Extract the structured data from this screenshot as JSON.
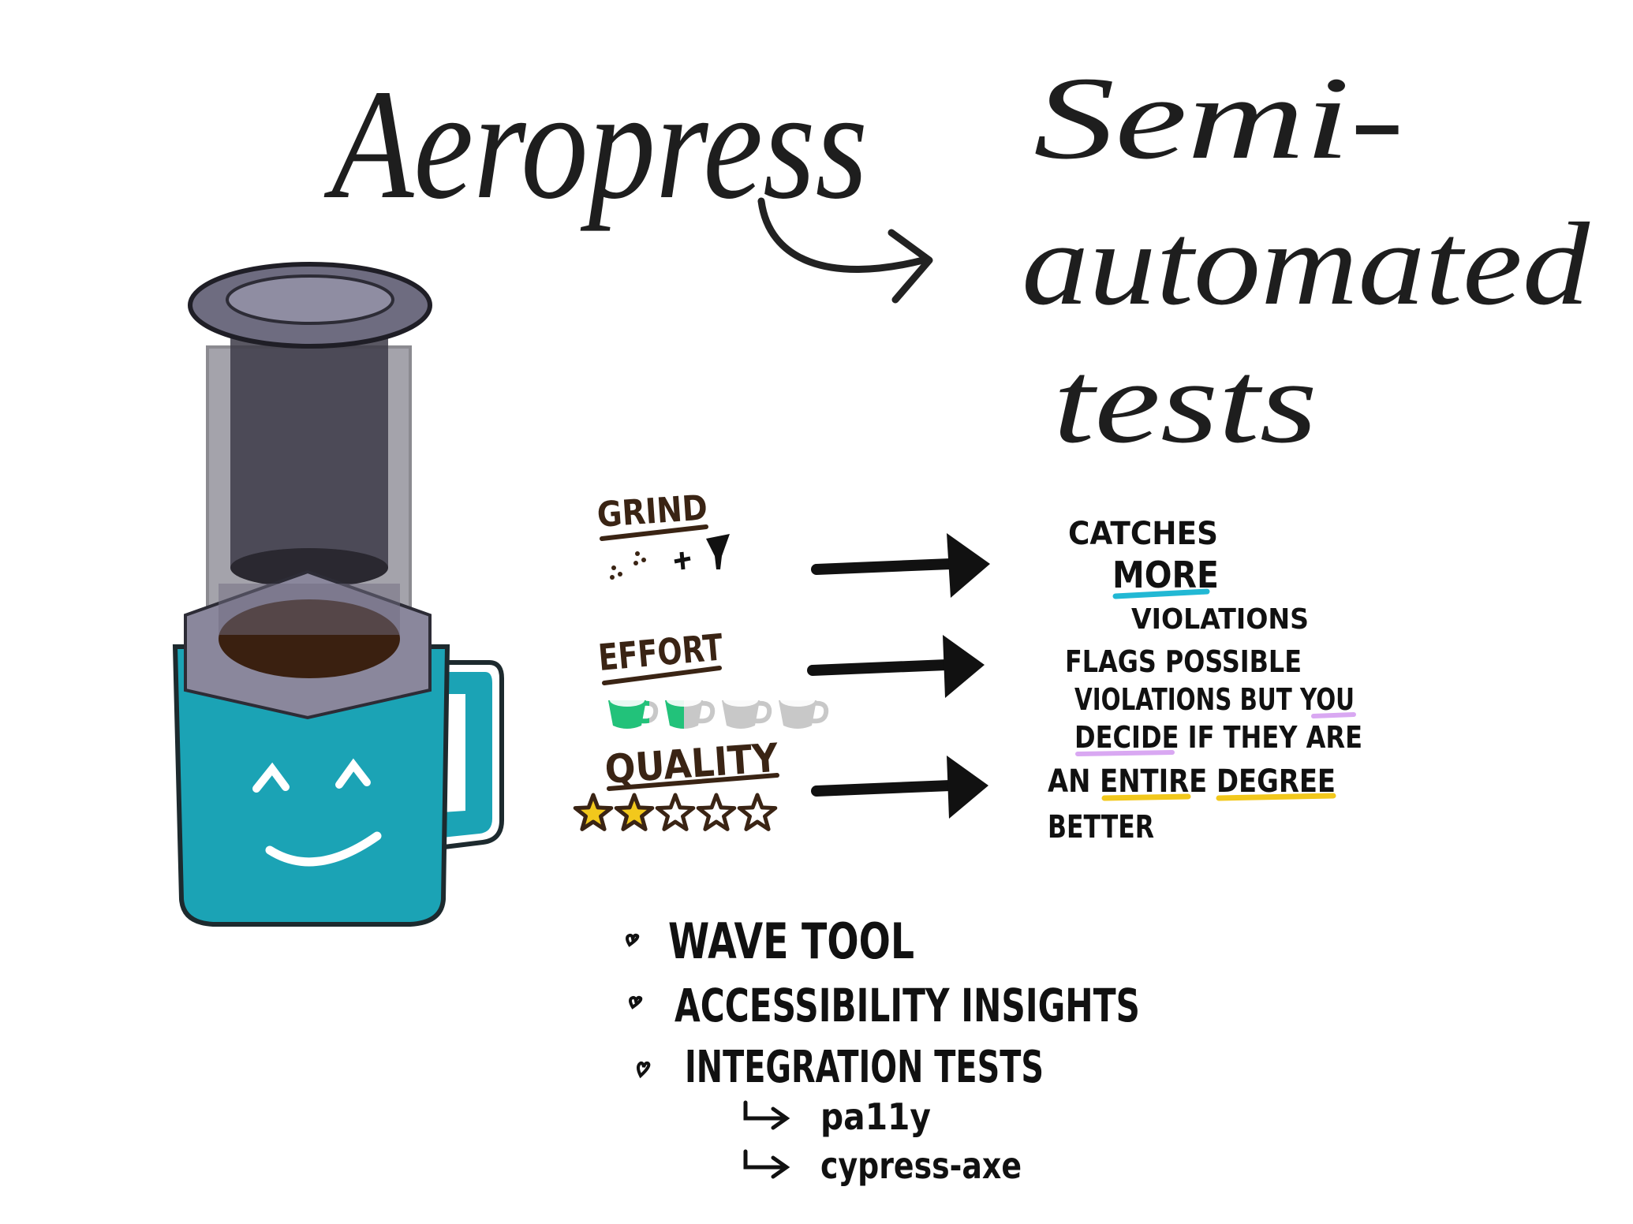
{
  "title": {
    "left": "Aeropress",
    "right_line1": "Semi-",
    "right_line2": "automated",
    "right_line3": "tests"
  },
  "attributes": [
    {
      "label": "GRIND",
      "icon": "fine-grind-funnel-icon",
      "description_lines": [
        "CATCHES",
        "MORE",
        "VIOLATIONS"
      ],
      "highlight_words": [
        "MORE"
      ],
      "highlight_color": "#22b8d4"
    },
    {
      "label": "EFFORT",
      "icon": "coffee-cups-icon",
      "rating": 1.5,
      "rating_max": 4,
      "description_lines": [
        "FLAGS POSSIBLE",
        "VIOLATIONS BUT YOU",
        "DECIDE IF THEY ARE"
      ],
      "highlight_words": [
        "YOU",
        "DECIDE"
      ],
      "highlight_color": "#d9a8f2"
    },
    {
      "label": "QUALITY",
      "icon": "stars-icon",
      "rating": 2,
      "rating_max": 5,
      "description_lines": [
        "AN ENTIRE DEGREE",
        "BETTER"
      ],
      "highlight_words": [
        "ENTIRE",
        "DEGREE"
      ],
      "highlight_color": "#f2c81c"
    }
  ],
  "tools": [
    {
      "label": "WAVE TOOL"
    },
    {
      "label": "ACCESSIBILITY INSIGHTS"
    },
    {
      "label": "INTEGRATION TESTS",
      "children": [
        "pa11y",
        "cypress-axe"
      ]
    }
  ],
  "colors": {
    "mug": "#1ba3b5",
    "cup_fill": "#22c27a",
    "cup_empty": "#c8c8c8",
    "star_fill": "#f2c81c",
    "label_ink": "#3a2414",
    "press_body": "#4a4858",
    "press_cap": "#6e6c80",
    "coffee": "#3a2010"
  }
}
